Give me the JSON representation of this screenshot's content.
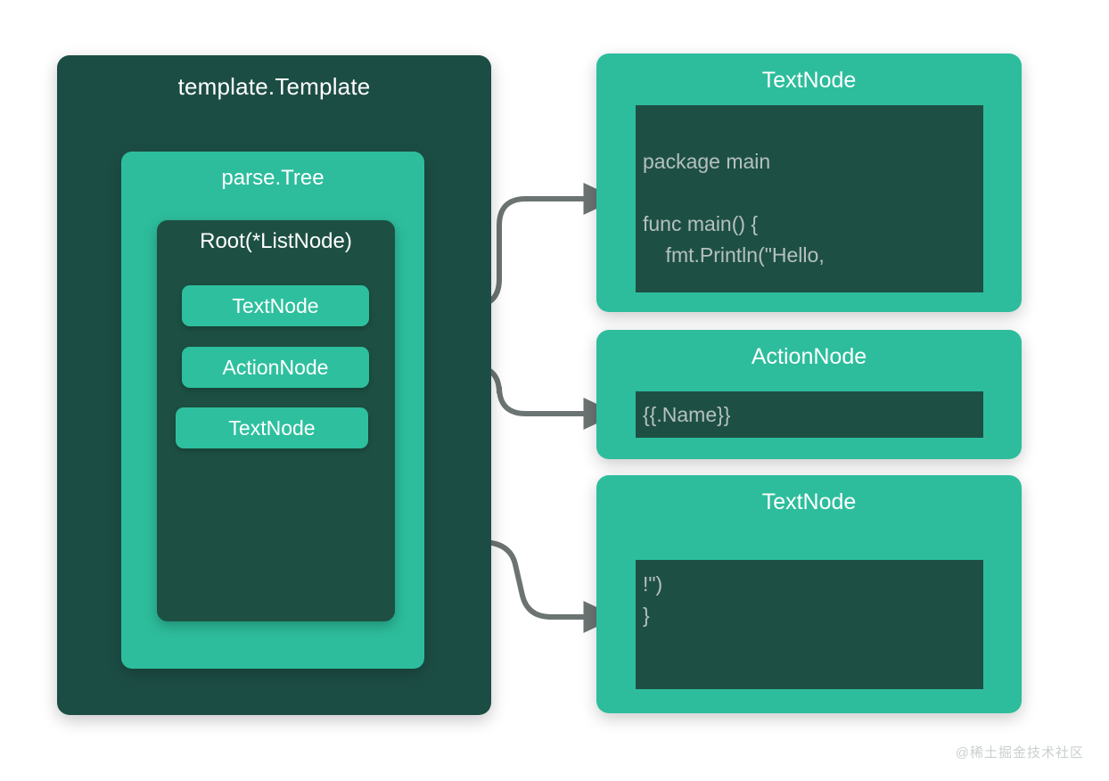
{
  "diagram": {
    "title": "Go template parse tree structure",
    "colors": {
      "page_background": "#ffffff",
      "outer_card": "#1c4d45",
      "accent_green": "#2dbd9c",
      "pill_green": "#2ec09e",
      "code_background": "#1e4f45",
      "code_text": "#b4c1bd",
      "connector": "#6b7472",
      "label_text": "#ffffff",
      "watermark_text": "#c9cfcd"
    }
  },
  "template_card": {
    "title": "template.Template",
    "tree_card": {
      "title": "parse.Tree",
      "root_card": {
        "title": "Root(*ListNode)",
        "nodes": [
          {
            "label": "TextNode"
          },
          {
            "label": "ActionNode"
          },
          {
            "label": "TextNode"
          }
        ]
      }
    }
  },
  "detail_cards": [
    {
      "title": "TextNode",
      "code": "package main\n\nfunc main() {\n    fmt.Println(\"Hello,"
    },
    {
      "title": "ActionNode",
      "code": "{{.Name}}"
    },
    {
      "title": "TextNode",
      "code": "!\")\n}"
    }
  ],
  "connectors": [
    {
      "from": "node-textnode-0",
      "to": "detail-card-0"
    },
    {
      "from": "node-actionnode-1",
      "to": "detail-card-1"
    },
    {
      "from": "node-textnode-2",
      "to": "detail-card-2"
    }
  ],
  "watermark": {
    "text": "@稀土掘金技术社区"
  }
}
